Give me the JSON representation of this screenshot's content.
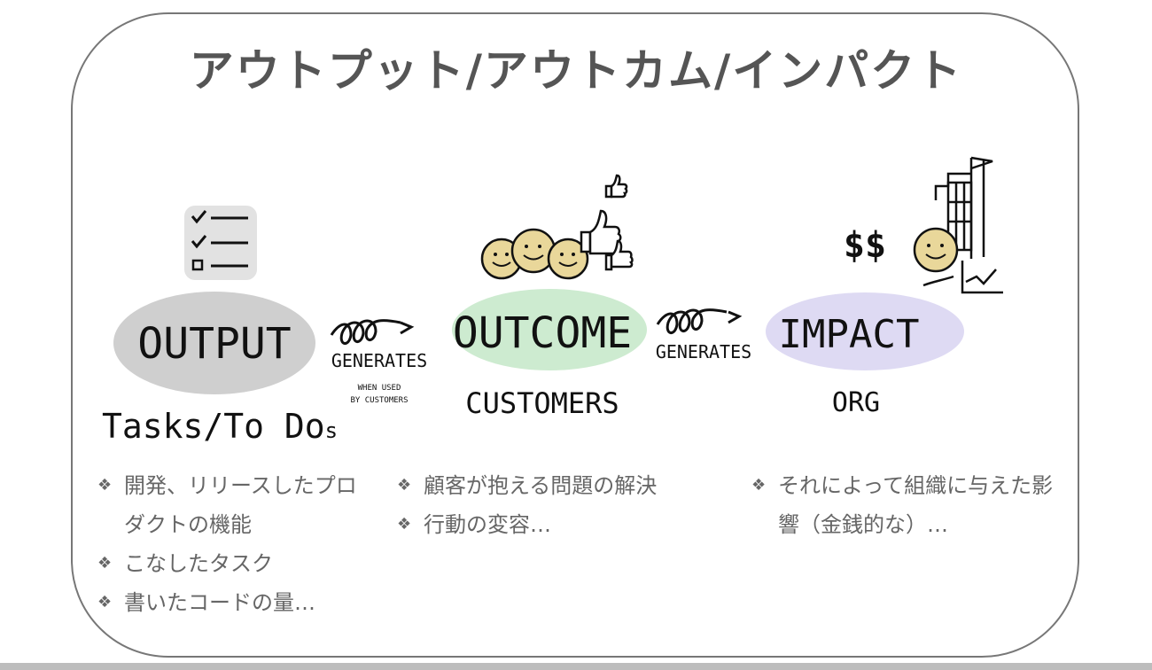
{
  "title": "アウトプット/アウトカム/インパクト",
  "bullet_symbol": "❖",
  "stages": [
    {
      "label": "OUTPUT",
      "sub": "Tasks/To Do",
      "sub2": "s",
      "color": "#cfcfcf"
    },
    {
      "label": "OUTCOME",
      "sub": "CUSTOMERS",
      "color": "#cdebd0"
    },
    {
      "label": "IMPACT",
      "sub": "ORG",
      "color": "#dedaf3"
    }
  ],
  "connectors": [
    {
      "label": "GENERATES",
      "note1": "WHEN USED",
      "note2": "BY CUSTOMERS"
    },
    {
      "label": "GENERATES"
    }
  ],
  "impact_symbol": "$$",
  "columns": [
    [
      "開発、リリースしたプロダクトの機能",
      "こなしたタスク",
      "書いたコードの量…"
    ],
    [
      "顧客が抱える問題の解決",
      "行動の変容…"
    ],
    [
      "それによって組織に与えた影響（金銭的な）…"
    ]
  ]
}
